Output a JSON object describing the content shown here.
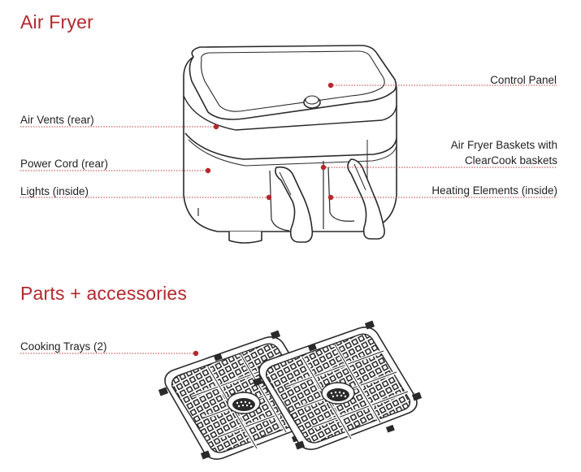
{
  "sections": {
    "air_fryer_title": "Air Fryer",
    "parts_title": "Parts + accessories"
  },
  "callouts": {
    "control_panel": "Control Panel",
    "air_vents": "Air Vents (rear)",
    "power_cord": "Power Cord (rear)",
    "lights": "Lights (inside)",
    "baskets_line1": "Air Fryer Baskets with",
    "baskets_line2": "ClearCook baskets",
    "heating_elements": "Heating Elements (inside)",
    "cooking_trays": "Cooking Trays (2)"
  },
  "colors": {
    "accent": "#b3282d",
    "text": "#222222",
    "line_art": "#2a2a2a"
  }
}
